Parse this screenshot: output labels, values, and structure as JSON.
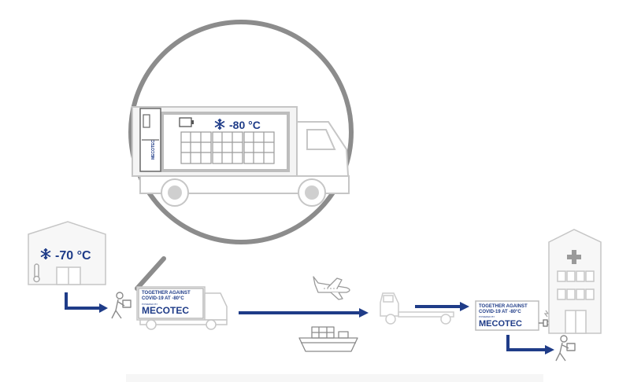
{
  "magnified_truck": {
    "temperature": "-80 °C",
    "freezer_brand": "MECOTEC"
  },
  "warehouse": {
    "temperature": "-70 °C"
  },
  "delivery_truck": {
    "slogan_line1": "TOGETHER AGAINST",
    "slogan_line2": "COVID-19 AT -80°C",
    "powered_by": "POWERED BY",
    "logo": "MECOTEC"
  },
  "charging_unit": {
    "slogan_line1": "TOGETHER AGAINST",
    "slogan_line2": "COVID-19 AT -80°C",
    "powered_by": "POWERED BY",
    "logo": "MECOTEC"
  },
  "colors": {
    "accent": "#1f3c88",
    "outline": "#b9b9b9",
    "light_fill": "#f4f4f4",
    "magnifier_ring": "#8c8c8c"
  },
  "icons": [
    "snowflake-icon",
    "thermometer-icon",
    "airplane-icon",
    "ship-icon",
    "person-carrying-box-icon",
    "hospital-cross-icon",
    "plug-icon"
  ]
}
